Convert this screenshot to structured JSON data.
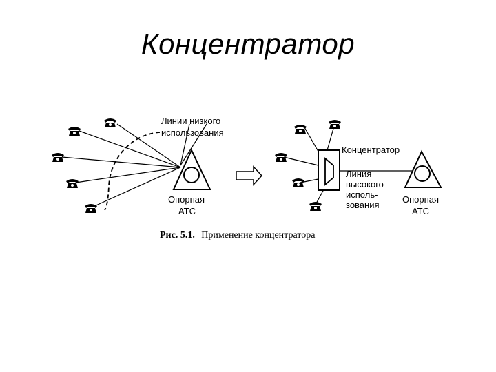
{
  "slide": {
    "title": "Концентратор"
  },
  "diagram": {
    "left": {
      "lines_label": [
        "Линии низкого",
        "использования"
      ],
      "exchange_label": [
        "Опорная",
        "АТС"
      ]
    },
    "right": {
      "concentrator_label": "Концентратор",
      "line_label": [
        "Линия",
        "высокого",
        "исполь-",
        "зования"
      ],
      "exchange_label": [
        "Опорная",
        "АТС"
      ]
    },
    "caption": {
      "prefix": "Рис. 5.1.",
      "text": "Применение концентратора"
    },
    "icons": {
      "phone": "telephone-icon",
      "exchange": "exchange-triangle-icon",
      "arrow": "right-arrow-icon",
      "concentrator": "concentrator-box-icon"
    }
  }
}
